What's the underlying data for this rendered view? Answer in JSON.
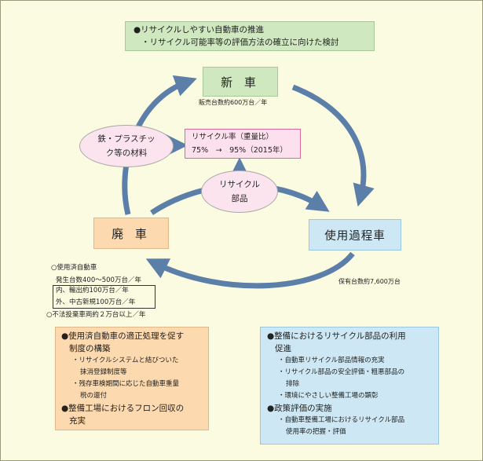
{
  "top_box": {
    "line1": "●リサイクルしやすい自動車の推進",
    "line2": "・リサイクル可能率等の評価方法の確立に向けた検討"
  },
  "nodes": {
    "new_car": "新 車",
    "scrap": "廃 車",
    "in_use": "使用過程車"
  },
  "sales_label": "販売台数約600万台／年",
  "ownership_label": "保有台数約7,600万台",
  "materials": {
    "line1": "鉄・プラスチッ",
    "line2": "ク等の材料"
  },
  "parts": {
    "line1": "リサイクル",
    "line2": "部品"
  },
  "rate_box": {
    "line1": "リサイクル率（重量比）",
    "line2": "75%　→　95%（2015年）"
  },
  "scrap_stats": {
    "header": "○使用済自動車",
    "line1": "発生台数400～500万台／年",
    "line2": "内、輸出約100万台／年",
    "line3": "外、中古新規100万台／年",
    "line4": "○不法投棄車両約２万台以上／年"
  },
  "left_box": {
    "item1_line1": "●使用済自動車の適正処理を促す",
    "item1_line2": "制度の構築",
    "sub1_line1": "・リサイクルシステムと結びついた",
    "sub1_line2": "抹消登録制度等",
    "sub2_line1": "・残存車検期間に応じた自動車重量",
    "sub2_line2": "税の還付",
    "item2_line1": "●整備工場におけるフロン回収の",
    "item2_line2": "充実"
  },
  "right_box": {
    "item1_line1": "●整備におけるリサイクル部品の利用",
    "item1_line2": "促進",
    "sub1": "・自動車リサイクル部品情報の充実",
    "sub2_line1": "・リサイクル部品の安全評価・粗悪部品の",
    "sub2_line2": "排除",
    "sub3": "・環境にやさしい整備工場の顕彰",
    "item2": "●政策評価の実施",
    "sub4_line1": "・自動車整備工場におけるリサイクル部品",
    "sub4_line2": "使用率の把握・評価"
  },
  "colors": {
    "arrow": "#5b7fa8",
    "green_box": "#cfe8c0",
    "orange_box": "#fcd9ae",
    "blue_box": "#cde8f4",
    "pink_box": "#fde0ee",
    "background": "#fbfbe1"
  }
}
